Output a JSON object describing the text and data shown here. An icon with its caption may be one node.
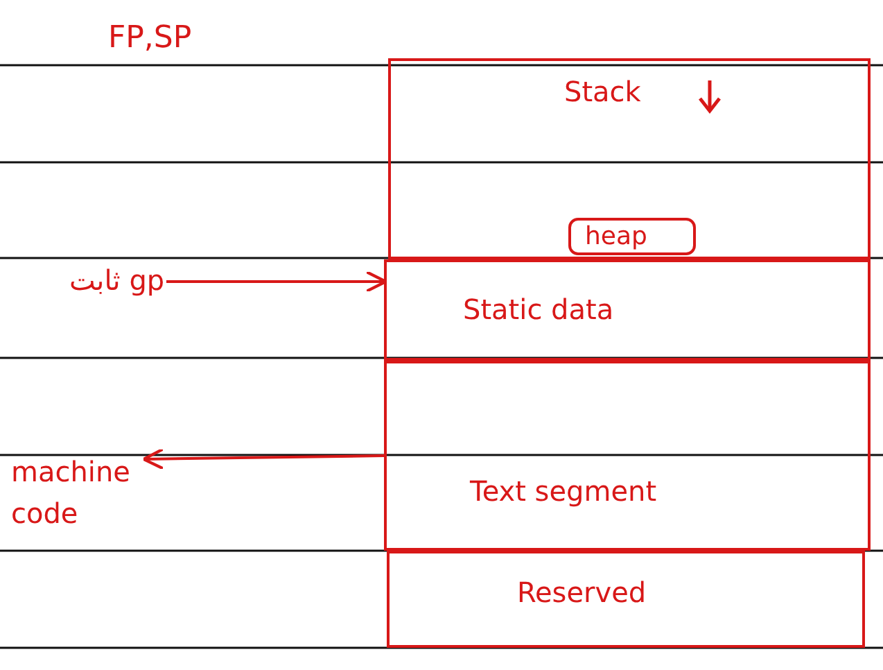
{
  "diagram": {
    "nodes": [
      {
        "text": [
          "Stack"
        ]
      },
      {
        "text": [
          "heap"
        ],
        "in": 0
      },
      {
        "text": [
          "Static data"
        ]
      },
      {
        "text": [
          "Text segment"
        ]
      },
      {
        "text": [
          "Reserved"
        ]
      },
      {
        "text": [
          "ثابت gp"
        ]
      },
      {
        "text": [
          "machine code"
        ]
      }
    ],
    "edges": [
      {
        "from": 5,
        "to": 2,
        "arrow": "to"
      },
      {
        "from": 3,
        "to": 6,
        "arrow": "to"
      }
    ],
    "labels": [
      "FP,SP"
    ]
  }
}
